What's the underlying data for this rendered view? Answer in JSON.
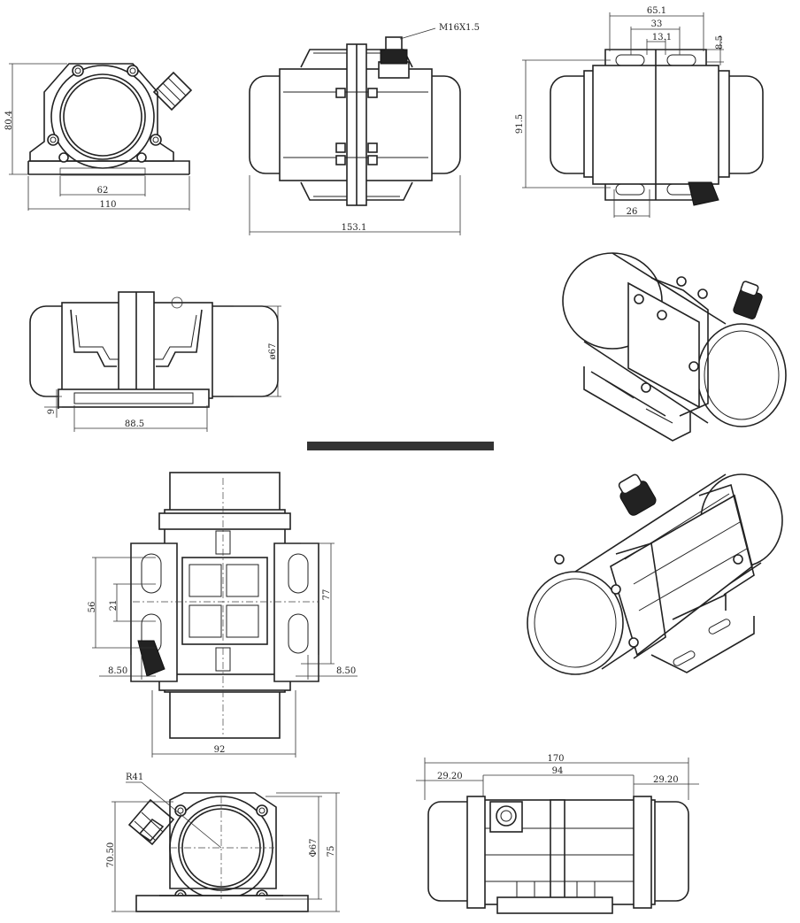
{
  "dimensions": {
    "v1_height": "80.4",
    "v1_base_inner": "62",
    "v1_base_width": "110",
    "v2_thread": "M16X1.5",
    "v2_length": "153.1",
    "v3_top_outer": "65.1",
    "v3_top_mid": "33",
    "v3_top_inner": "13.1",
    "v3_slot_offset": "8.5",
    "v3_height": "91.5",
    "v3_slot_width": "26",
    "v4_diameter": "ø67",
    "v4_foot": "9",
    "v4_base": "88.5",
    "v5_slot_span": "56",
    "v5_slot_len": "21",
    "v5_height": "77",
    "v5_left_margin": "8.50",
    "v5_right_margin": "8.50",
    "v5_width": "92",
    "v6_radius": "R41",
    "v6_center_height": "70.50",
    "v6_diameter": "Φ67",
    "v6_height": "75",
    "v7_total": "170",
    "v7_left": "29.20",
    "v7_mid": "94",
    "v7_right": "29.20"
  },
  "colors": {
    "line": "#222222",
    "separator": "#333333"
  }
}
